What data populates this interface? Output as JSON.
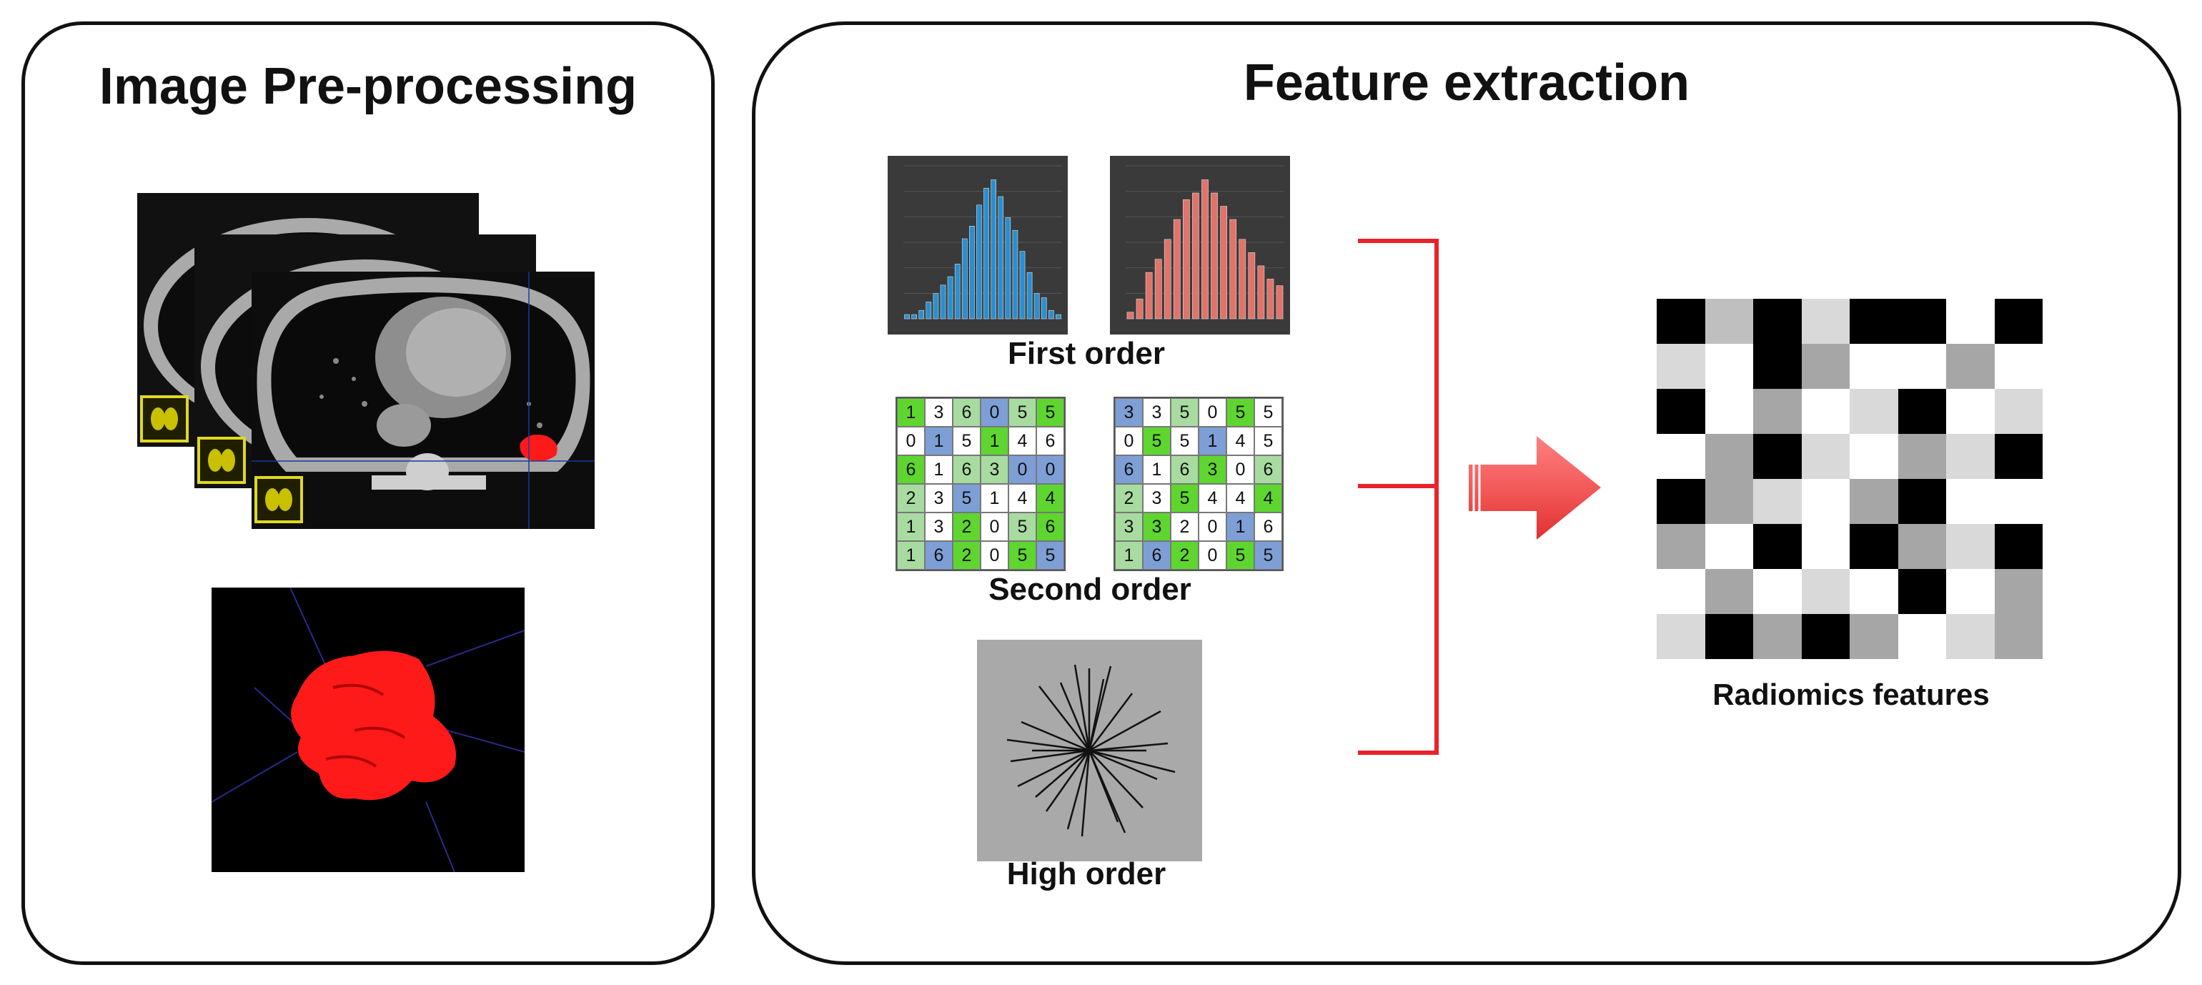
{
  "panels": {
    "preprocessing": {
      "title": "Image Pre-processing"
    },
    "extraction": {
      "title": "Feature extraction"
    }
  },
  "labels": {
    "first_order": "First order",
    "second_order": "Second order",
    "high_order": "High order",
    "radiomics": "Radiomics features"
  },
  "colors": {
    "green": "#5ed62f",
    "light_green": "#a8dba0",
    "blue": "#7e9fd6",
    "hist_blue": "#2a8fd0",
    "hist_red": "#e0736a",
    "arrow_red": "#f35a5a",
    "bracket_red": "#e8232b",
    "tumor_red": "#ff1a1a"
  },
  "icons": [
    "ct-scan-slice-icon",
    "tumor-3d-render-icon",
    "lung-thumbnail-icon",
    "radial-lines-icon",
    "right-arrow-icon"
  ],
  "histograms": {
    "blue": [
      1,
      1,
      2,
      4,
      6,
      8,
      10,
      13,
      19,
      22,
      27,
      31,
      33,
      29,
      24,
      21,
      16,
      11,
      6,
      5,
      2,
      1
    ],
    "red": [
      1,
      3,
      7,
      9,
      12,
      15,
      18,
      19,
      21,
      19,
      17,
      15,
      12,
      10,
      8,
      6,
      5
    ]
  },
  "matrices": {
    "left": {
      "values": [
        [
          "1",
          "3",
          "6",
          "0",
          "5",
          "5"
        ],
        [
          "0",
          "1",
          "5",
          "1",
          "4",
          "6"
        ],
        [
          "6",
          "1",
          "6",
          "3",
          "0",
          "0"
        ],
        [
          "2",
          "3",
          "5",
          "1",
          "4",
          "4"
        ],
        [
          "1",
          "3",
          "2",
          "0",
          "5",
          "6"
        ],
        [
          "1",
          "6",
          "2",
          "0",
          "5",
          "5"
        ]
      ],
      "colors": [
        [
          "G",
          "W",
          "L",
          "B",
          "L",
          "G"
        ],
        [
          "W",
          "B",
          "W",
          "G",
          "W",
          "W"
        ],
        [
          "G",
          "W",
          "L",
          "L",
          "B",
          "B"
        ],
        [
          "L",
          "W",
          "B",
          "W",
          "W",
          "G"
        ],
        [
          "L",
          "W",
          "G",
          "W",
          "L",
          "G"
        ],
        [
          "L",
          "B",
          "G",
          "W",
          "G",
          "B"
        ]
      ]
    },
    "right": {
      "values": [
        [
          "3",
          "3",
          "5",
          "0",
          "5",
          "5"
        ],
        [
          "0",
          "5",
          "5",
          "1",
          "4",
          "5"
        ],
        [
          "6",
          "1",
          "6",
          "3",
          "0",
          "6"
        ],
        [
          "2",
          "3",
          "5",
          "4",
          "4",
          "4"
        ],
        [
          "3",
          "3",
          "2",
          "0",
          "1",
          "6"
        ],
        [
          "1",
          "6",
          "2",
          "0",
          "5",
          "5"
        ]
      ],
      "colors": [
        [
          "B",
          "W",
          "L",
          "W",
          "G",
          "W"
        ],
        [
          "W",
          "G",
          "W",
          "B",
          "W",
          "W"
        ],
        [
          "B",
          "W",
          "L",
          "G",
          "W",
          "L"
        ],
        [
          "L",
          "W",
          "G",
          "W",
          "W",
          "G"
        ],
        [
          "L",
          "G",
          "W",
          "W",
          "B",
          "W"
        ],
        [
          "L",
          "B",
          "G",
          "W",
          "G",
          "B"
        ]
      ]
    }
  },
  "radiomics_grid": [
    [
      0,
      3,
      0,
      1,
      0,
      0,
      4,
      0
    ],
    [
      1,
      4,
      0,
      2,
      4,
      4,
      2,
      4
    ],
    [
      0,
      4,
      2,
      4,
      1,
      0,
      4,
      1
    ],
    [
      4,
      2,
      0,
      1,
      4,
      2,
      1,
      0
    ],
    [
      0,
      2,
      1,
      4,
      2,
      0,
      4,
      4
    ],
    [
      2,
      4,
      0,
      4,
      0,
      2,
      1,
      0
    ],
    [
      4,
      2,
      4,
      1,
      4,
      0,
      4,
      2
    ],
    [
      1,
      0,
      2,
      0,
      2,
      4,
      1,
      2
    ]
  ]
}
